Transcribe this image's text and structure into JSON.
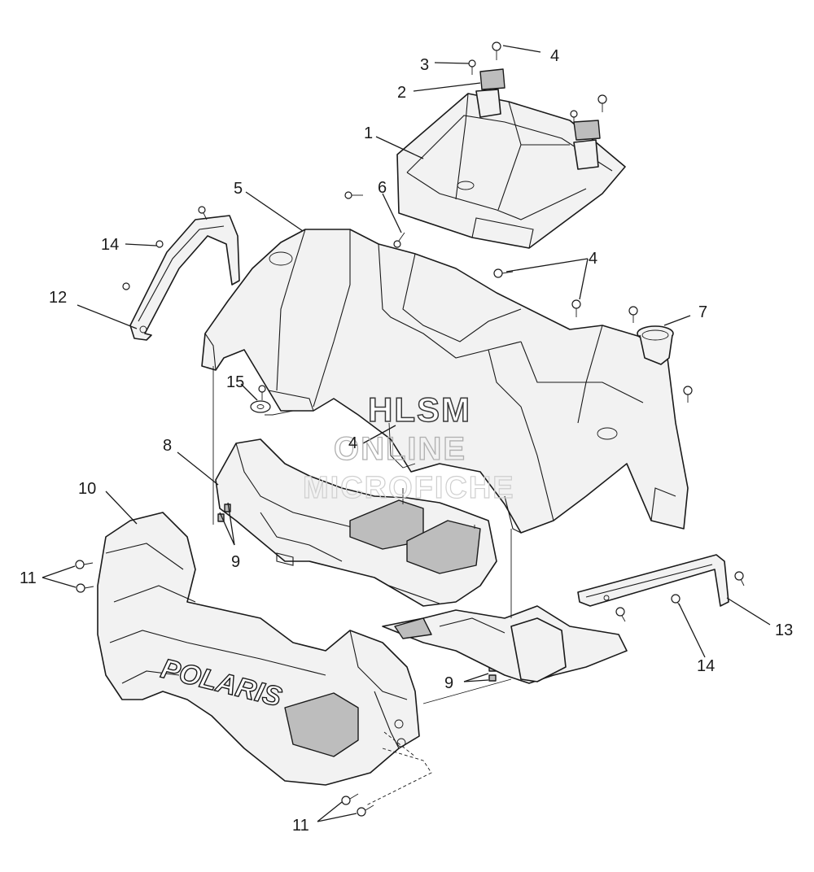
{
  "diagram": {
    "callouts": {
      "c1": "1",
      "c2": "2",
      "c3": "3",
      "c4a": "4",
      "c4b": "4",
      "c4c": "4",
      "c5": "5",
      "c6": "6",
      "c7": "7",
      "c8": "8",
      "c9a": "9",
      "c9b": "9",
      "c10": "10",
      "c11a": "11",
      "c11b": "11",
      "c12": "12",
      "c13": "13",
      "c14a": "14",
      "c14b": "14",
      "c15": "15"
    },
    "brand_label": "POLARIS"
  },
  "watermark": {
    "line1": "HLSM",
    "line2": "ONLINE",
    "line3": "MICROFICHE"
  }
}
